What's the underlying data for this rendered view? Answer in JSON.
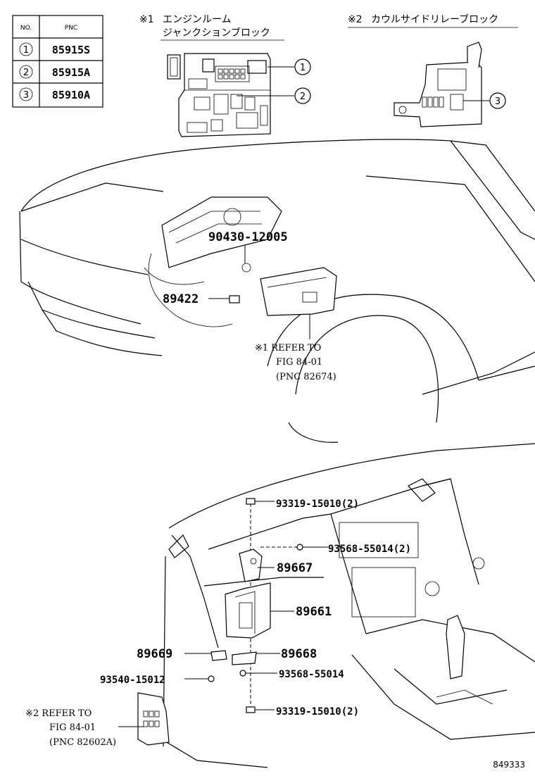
{
  "table": {
    "headers": {
      "no": "NO.",
      "pnc": "PNC"
    },
    "rows": [
      {
        "no": "1",
        "pnc": "85915S"
      },
      {
        "no": "2",
        "pnc": "85915A"
      },
      {
        "no": "3",
        "pnc": "85910A"
      }
    ]
  },
  "insets": {
    "engine_room_jb": {
      "mark": "※1",
      "line1": "エンジンルーム",
      "line2": "ジャンクションブロック"
    },
    "cowl_side_relay": {
      "mark": "※2",
      "line1": "カウルサイドリレーブロック"
    }
  },
  "callouts": {
    "c1": "1",
    "c2": "2",
    "c3": "3"
  },
  "parts": {
    "p90430": "90430-12005",
    "p89422": "89422",
    "p93319_top": "93319-15010(2)",
    "p93568_55014_2": "93568-55014(2)",
    "p89667": "89667",
    "p89661": "89661",
    "p89669": "89669",
    "p89668": "89668",
    "p93540": "93540-15012",
    "p93568_55014": "93568-55014",
    "p93319_bottom": "93319-15010(2)"
  },
  "refs": {
    "ref1": {
      "line1": "※1 REFER TO",
      "line2": "FIG 84-01",
      "line3": "(PNC 82674)"
    },
    "ref2": {
      "line1": "※2 REFER TO",
      "line2": "FIG 84-01",
      "line3": "(PNC 82602A)"
    }
  },
  "figure_number": "849333"
}
